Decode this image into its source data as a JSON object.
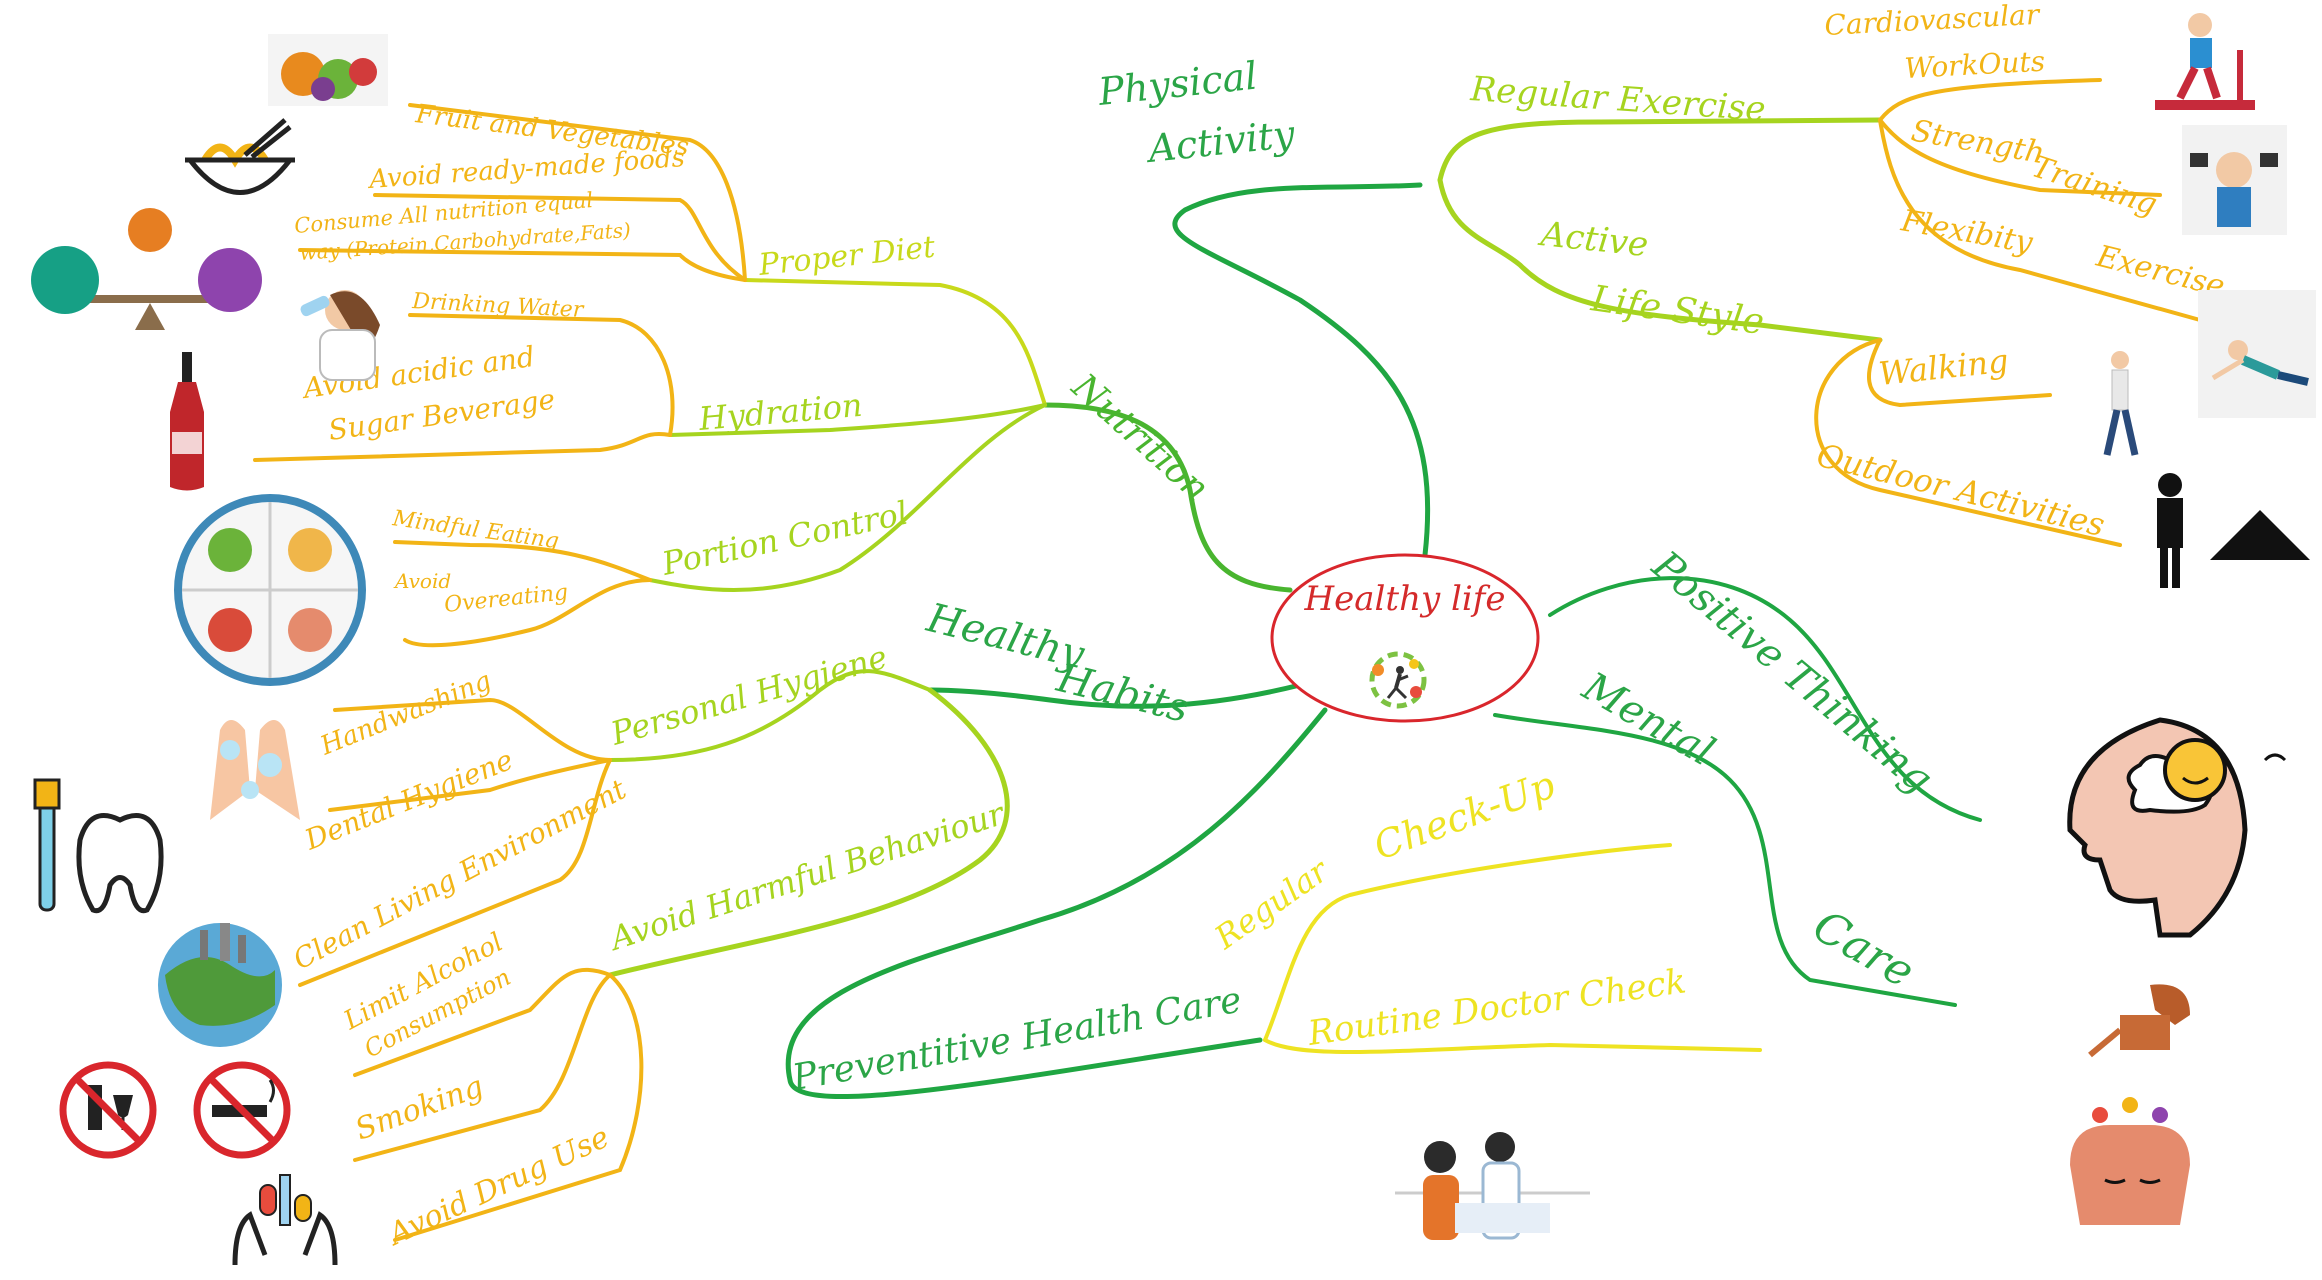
{
  "center": {
    "title": "Healthy life"
  },
  "branches": {
    "physical": {
      "label_line1": "Physical",
      "label_line2": "Activity"
    },
    "nutrition": {
      "label": "Nutrition"
    },
    "habits": {
      "label_line1": "Healthy",
      "label_line2": "Habits"
    },
    "positive": {
      "label": "Positive Thinking"
    },
    "mental": {
      "label_line1": "Mental",
      "label_line2": "Care"
    },
    "preventive": {
      "label": "Preventitive Health Care"
    }
  },
  "physical": {
    "regular_exercise": "Regular Exercise",
    "cardio_line1": "Cardiovascular",
    "cardio_line2": "WorkOuts",
    "strength_line1": "Strength",
    "strength_line2": "Training",
    "flex_line1": "Flexibity",
    "flex_line2": "Exercise",
    "active_line1": "Active",
    "active_line2": "Life Style",
    "walking": "Walking",
    "outdoor": "Outdoor Activities"
  },
  "nutrition": {
    "proper_diet": "Proper Diet",
    "fruit": "Fruit and Vegetables",
    "avoid_ready": "Avoid ready-made foods",
    "consume_line1": "Consume All nutrition equal",
    "consume_line2": "way (Protein,Carbohydrate,Fats)",
    "hydration": "Hydration",
    "drinking": "Drinking Water",
    "avoid_acidic_line1": "Avoid acidic and",
    "avoid_acidic_line2": "Sugar Beverage",
    "portion": "Portion Control",
    "mindful": "Mindful Eating",
    "overeat_line1": "Avoid",
    "overeat_line2": "Overeating"
  },
  "habits": {
    "hygiene": "Personal Hygiene",
    "handwashing": "Handwashing",
    "dental": "Dental Hygiene",
    "clean_env": "Clean Living Environment",
    "harmful": "Avoid Harmful Behaviour",
    "alcohol_line1": "Limit Alcohol",
    "alcohol_line2": "Consumption",
    "smoking": "Smoking",
    "drug": "Avoid Drug Use"
  },
  "preventive": {
    "regular": "Regular",
    "checkup": "Check-Up",
    "routine": "Routine Doctor Check"
  },
  "icons": {
    "vegetables": "vegetables-icon",
    "noodles": "noodle-bowl-icon",
    "macros": "macronutrient-balance-icon",
    "water": "woman-drinking-water-icon",
    "soda": "soda-bottle-icon",
    "plate": "balanced-plate-icon",
    "hands": "handwashing-icon",
    "tooth": "tooth-brush-icon",
    "earth": "earth-environment-icon",
    "no_alcohol": "no-alcohol-icon",
    "no_smoking": "no-smoking-icon",
    "drugs": "drug-hands-icon",
    "cardio": "treadmill-runner-icon",
    "strength": "dumbbell-man-icon",
    "stretch": "stretching-woman-icon",
    "walking": "walking-man-icon",
    "camping": "camping-hiker-icon",
    "happy_mind": "happy-head-icon",
    "watering": "watering-head-icon",
    "doctor": "doctor-patient-icon",
    "center_runner": "runner-food-icon"
  },
  "colors": {
    "dark_green": "#1fa642",
    "green": "#49b52f",
    "lime": "#a6d41f",
    "yellow_green": "#c8d91b",
    "orange_yellow": "#f2b416",
    "yellow": "#eee322",
    "center_ring": "#d9262c",
    "center_text": "#d42a2a"
  }
}
